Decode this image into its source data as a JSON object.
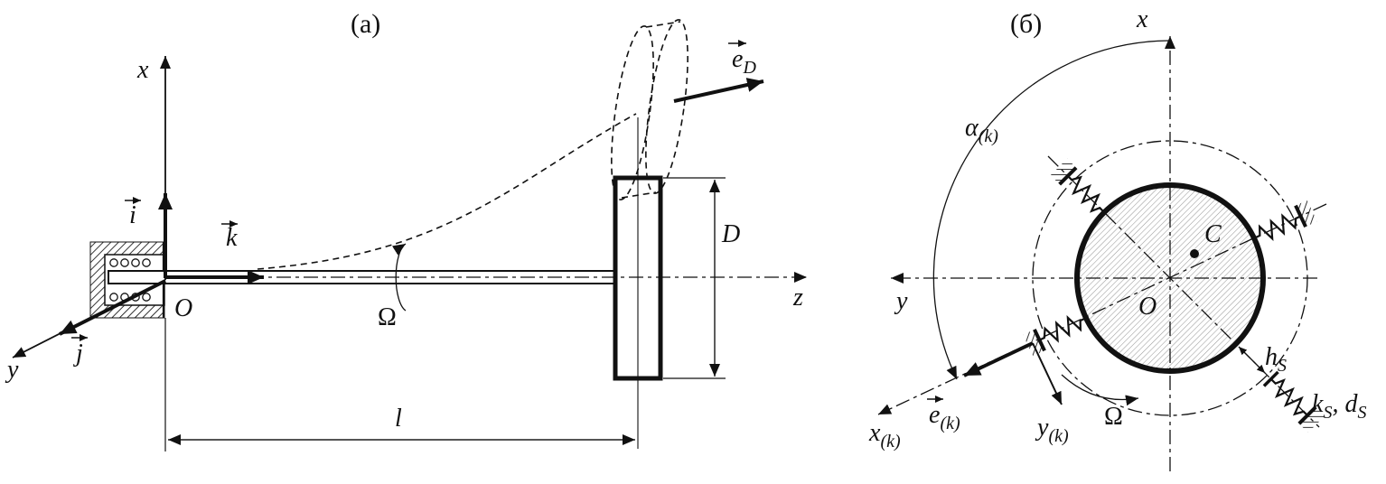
{
  "panel_a": {
    "tag": "(a)",
    "axes": {
      "x": "x",
      "y": "y",
      "z": "z"
    },
    "origin": "O",
    "vectors": {
      "i": "i",
      "j": "j",
      "k": "k",
      "e_d_main": "e",
      "e_d_sub": "D"
    },
    "labels": {
      "omega": "Ω",
      "length": "l",
      "diameter": "D"
    }
  },
  "panel_b": {
    "tag": "(б)",
    "axes": {
      "x": "x",
      "y": "y"
    },
    "origin": "O",
    "mass_center": "C",
    "labels": {
      "omega": "Ω",
      "alpha_main": "α",
      "alpha_sub": "(k)",
      "xk_main": "x",
      "xk_sub": "(k)",
      "yk_main": "y",
      "yk_sub": "(k)",
      "ek_main": "e",
      "ek_sub": "(k)",
      "hs_main": "h",
      "hs_sub": "S",
      "stiff_main": "k",
      "stiff_sub": "S",
      "damp_main": ", d",
      "damp_sub": "S"
    }
  }
}
